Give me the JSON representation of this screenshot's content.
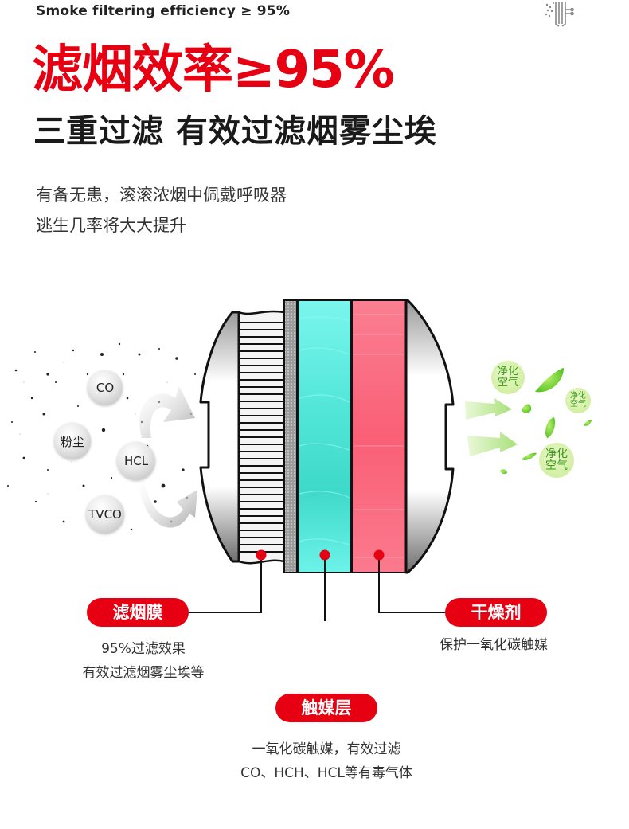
{
  "header": {
    "subtitle_en": "Smoke filtering efficiency ≥ 95%",
    "logo_icon": "filter-logo-icon",
    "headline": "滤烟效率≥95%",
    "subheadline": "三重过滤 有效过滤烟雾尘埃",
    "description": [
      "有备无患，滚滚浓烟中佩戴呼吸器",
      "逃生几率将大大提升"
    ]
  },
  "pollutants": [
    {
      "label": "CO"
    },
    {
      "label": "粉尘"
    },
    {
      "label": "HCL"
    },
    {
      "label": "TVCO"
    }
  ],
  "clean_air": [
    {
      "label_line1": "净化",
      "label_line2": "空气"
    },
    {
      "label_line1": "净化",
      "label_line2": "空气"
    },
    {
      "label_line1": "净化",
      "label_line2": "空气"
    }
  ],
  "layers": [
    {
      "name": "滤烟膜",
      "caption_lines": [
        "95%过滤效果",
        "有效过滤烟雾尘埃等"
      ],
      "color": "#f2f2f2"
    },
    {
      "name": "触媒层",
      "caption_lines": [
        "一氧化碳触媒，有效过滤",
        "CO、HCH、HCL等有毒气体"
      ],
      "color": "#5ee8dc"
    },
    {
      "name": "干燥剂",
      "caption_lines": [
        "保护一氧化碳触媒"
      ],
      "color": "#fb6a80"
    }
  ],
  "colors": {
    "accent_red": "#e60012",
    "catalyst_cyan": "#5ee8dc",
    "desiccant_pink": "#fb6a80",
    "clean_air_green": "#8fd14f"
  }
}
